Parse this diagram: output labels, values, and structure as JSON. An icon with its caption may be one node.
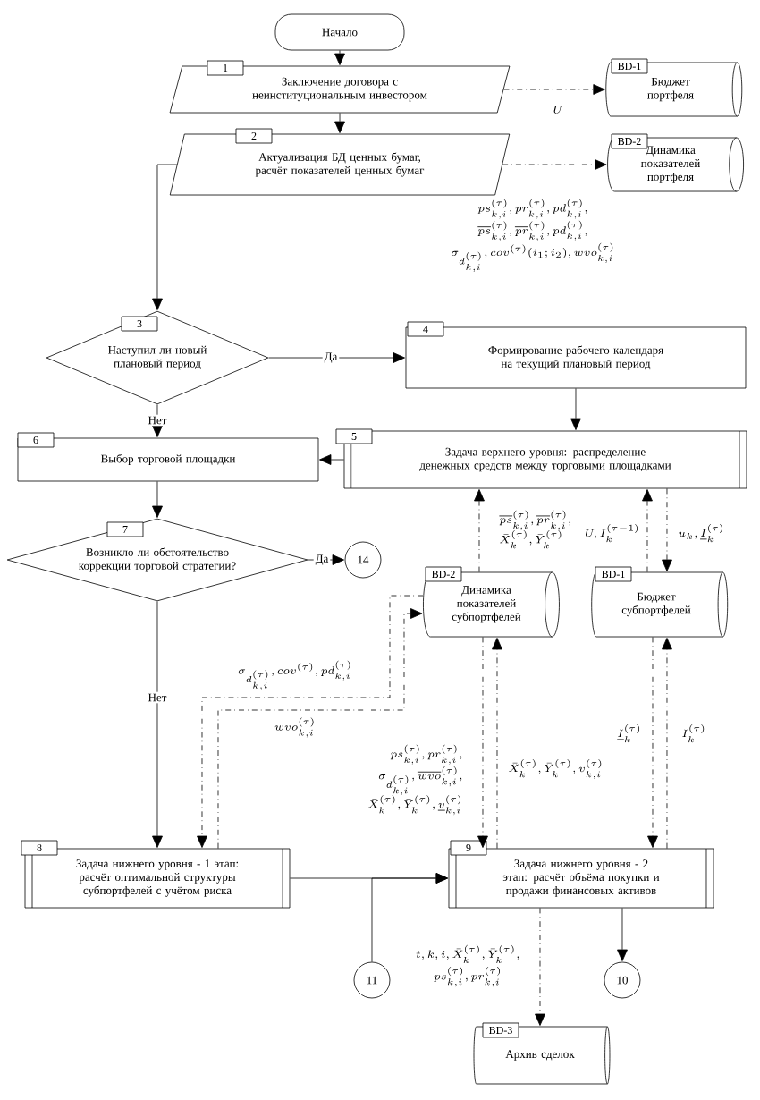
{
  "diagram": {
    "nodes": [
      {
        "text": [
          "Начало"
        ]
      },
      {
        "text": [
          "1",
          "Заключение договора с неинституциональным инвестором"
        ]
      },
      {
        "text": [
          "BD-1",
          "Бюджет портфеля"
        ]
      },
      {
        "text": [
          "2",
          "Актуализация БД ценных бумаг, расчёт показателей ценных бумаг"
        ]
      },
      {
        "text": [
          "BD-2",
          "Динамика показателей портфеля"
        ]
      },
      {
        "text": [
          "3",
          "Наступил ли новый плановый период"
        ]
      },
      {
        "text": [
          "4",
          "Формирование рабочего календаря на текущий плановый период"
        ]
      },
      {
        "text": [
          "5",
          "Задача верхнего уровня: распределение денежных средств между торговыми площадками"
        ]
      },
      {
        "text": [
          "6",
          "Выбор торговой площадки"
        ]
      },
      {
        "text": [
          "7",
          "Возникло ли обстоятельство коррекции торговой стратегии?"
        ]
      },
      {
        "text": [
          "14"
        ]
      },
      {
        "text": [
          "BD-2",
          "Динамика показателей субпортфелей"
        ]
      },
      {
        "text": [
          "BD-1",
          "Бюджет субпортфелей"
        ]
      },
      {
        "text": [
          "8",
          "Задача нижнего уровня - 1 этап: расчёт оптимальной структуры субпортфелей с учётом риска"
        ]
      },
      {
        "text": [
          "9",
          "Задача нижнего уровня - 2 этап: расчёт объёма покупки и продажи финансовых активов"
        ]
      },
      {
        "text": [
          "11"
        ]
      },
      {
        "text": [
          "10"
        ]
      },
      {
        "text": [
          "BD-3",
          "Архив сделок"
        ]
      }
    ],
    "edges": [
      {
        "from": 0,
        "to": 1,
        "arrow": "to"
      },
      {
        "from": 1,
        "to": 2,
        "arrow": "to",
        "style": "dashed",
        "label": "U"
      },
      {
        "from": 1,
        "to": 3,
        "arrow": "to"
      },
      {
        "from": 3,
        "to": 4,
        "arrow": "to",
        "style": "dashed",
        "label": "\\begin{array}{c} ps_{k,i}^{(\\tau)}, pr_{k,i}^{(\\tau)}, pd_{k,i}^{(\\tau)}, \\\\[3pt] \\overline{ps}_{k,i}^{(\\tau)}, \\overline{pr}_{k,i}^{(\\tau)}, \\overline{pd}_{k,i}^{(\\tau)}, \\\\[3pt] \\sigma_{d_{k,i}^{(\\tau)}}, cov^{(\\tau)}(i_1;i_2), wvo_{k,i}^{(\\tau)} \\end{array}"
      },
      {
        "from": 3,
        "to": 5,
        "arrow": "to"
      },
      {
        "from": 5,
        "to": 6,
        "arrow": "to",
        "label": "Да"
      },
      {
        "from": 5,
        "to": 8,
        "arrow": "to",
        "label": "Нет"
      },
      {
        "from": 6,
        "to": 7,
        "arrow": "to"
      },
      {
        "from": 7,
        "to": 8,
        "arrow": "to"
      },
      {
        "from": 8,
        "to": 9,
        "arrow": "to"
      },
      {
        "from": 9,
        "to": 10,
        "arrow": "to",
        "label": "Да"
      },
      {
        "from": 9,
        "to": 13,
        "arrow": "to",
        "label": "Нет"
      },
      {
        "from": 11,
        "to": 7,
        "arrow": "to",
        "style": "dashed",
        "label": "\\begin{array}{l} \\overline{ps}_{k,i}^{(\\tau)}, \\overline{pr}_{k,i}^{(\\tau)}, \\\\[2pt] \\bar{X}_k^{(\\tau)}, \\bar{Y}_k^{(\\tau)} \\end{array}"
      },
      {
        "from": 12,
        "to": 7,
        "arrow": "to",
        "style": "dashed",
        "label": "U, I_k^{(\\tau-1)}"
      },
      {
        "from": 7,
        "to": 12,
        "arrow": "to",
        "style": "dashed",
        "label": "u_k, \\underline{I}_k^{(\\tau)}"
      },
      {
        "from": 11,
        "to": 13,
        "arrow": "to",
        "style": "dashed",
        "label": "\\sigma_{d_{k,i}^{(\\tau)}}, cov^{(\\tau)}, \\overline{pd}_{k,i}^{(\\tau)}"
      },
      {
        "from": 13,
        "to": 11,
        "arrow": "to",
        "style": "dashed",
        "label": "wvo_{k,i}^{(\\tau)}"
      },
      {
        "from": 11,
        "to": 14,
        "arrow": "to",
        "style": "dashed",
        "label": "\\begin{array}{r} ps_{k,i}^{(\\tau)}, pr_{k,i}^{(\\tau)}, \\\\[3pt] \\sigma_{d_{k,i}^{(\\tau)}}, \\overline{wvo}_{k,i}^{(\\tau)}, \\\\[3pt] \\bar{X}_k^{(\\tau)}, \\bar{Y}_k^{(\\tau)}, \\underline{v}_{k,i}^{(\\tau)} \\end{array}"
      },
      {
        "from": 14,
        "to": 11,
        "arrow": "to",
        "style": "dashed",
        "label": "\\bar{X}_k^{(\\tau)}, \\bar{Y}_k^{(\\tau)}, v_{k,i}^{(\\tau)}"
      },
      {
        "from": 12,
        "to": 14,
        "arrow": "to",
        "style": "dashed",
        "label": "\\underline{I}_k^{(\\tau)}"
      },
      {
        "from": 14,
        "to": 12,
        "arrow": "to",
        "style": "dashed",
        "label": "I_k^{(\\tau)}"
      },
      {
        "from": 13,
        "to": 14,
        "arrow": "to"
      },
      {
        "from": 15,
        "to": 14,
        "arrow": "to"
      },
      {
        "from": 14,
        "to": 16,
        "arrow": "to"
      },
      {
        "from": 14,
        "to": 17,
        "arrow": "to",
        "style": "dashed",
        "label": "\\begin{array}{c} t, k, i, \\bar{X}_k^{(\\tau)}, \\bar{Y}_k^{(\\tau)}, \\\\[3pt] ps_{k,i}^{(\\tau)}, pr_{k,i}^{(\\tau)} \\end{array}"
      }
    ]
  }
}
